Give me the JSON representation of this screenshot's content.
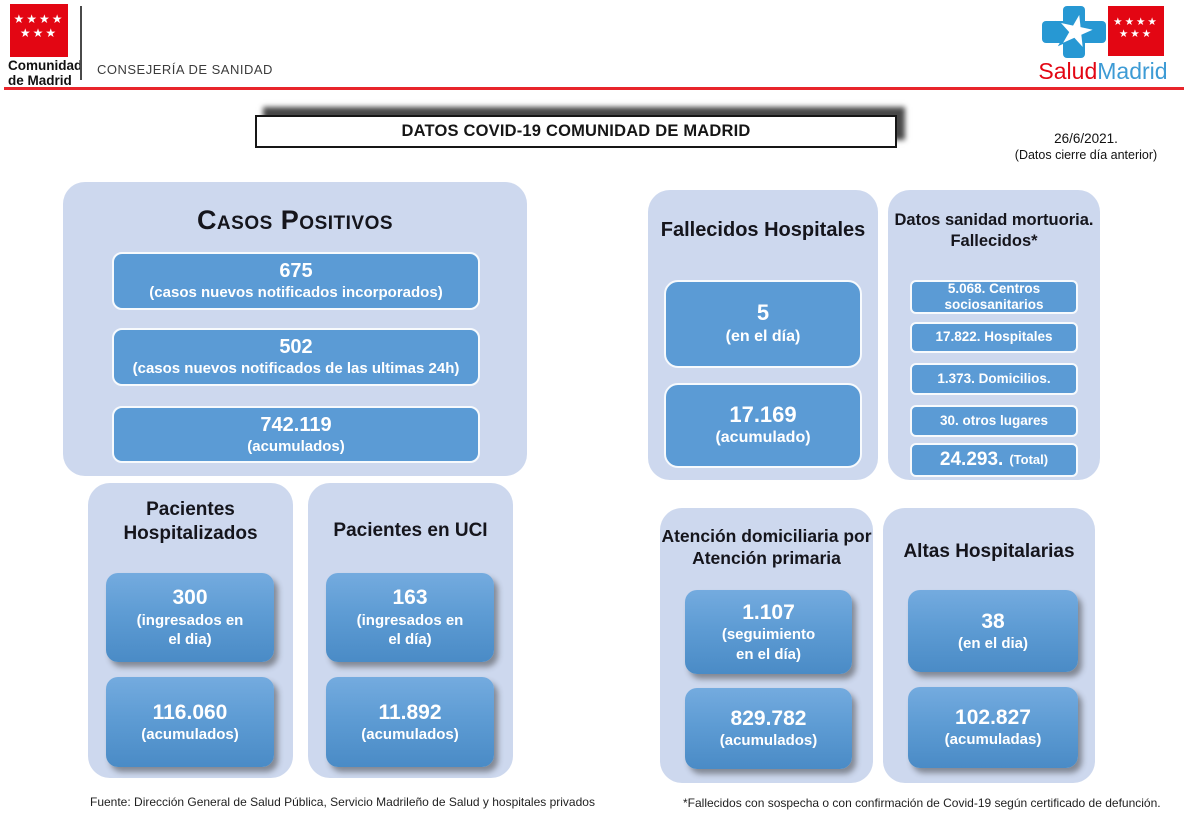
{
  "header": {
    "community_logo": {
      "stars_row1": "★★★★",
      "stars_row2": "★★★",
      "name_line1": "Comunidad",
      "name_line2": "de Madrid",
      "department": "CONSEJERÍA DE SANIDAD"
    },
    "salud_logo": {
      "stars_row1": "★★★★",
      "stars_row2": "★★★",
      "salud": "Salud",
      "madrid": "Madrid"
    },
    "title": "DATOS COVID-19 COMUNIDAD DE MADRID",
    "date": "26/6/2021.",
    "date_note": "(Datos cierre día anterior)"
  },
  "cards": {
    "casos_positivos": {
      "title": "Casos Positivos",
      "boxes": [
        {
          "value": "675",
          "label": "(casos nuevos notificados incorporados)"
        },
        {
          "value": "502",
          "label": "(casos nuevos notificados de las ultimas 24h)"
        },
        {
          "value": "742.119",
          "label": "(acumulados)"
        }
      ]
    },
    "pacientes_hospitalizados": {
      "title": "Pacientes\nHospitalizados",
      "boxes": [
        {
          "value": "300",
          "label": "(ingresados en\nel dia)"
        },
        {
          "value": "116.060",
          "label": "(acumulados)"
        }
      ]
    },
    "pacientes_uci": {
      "title": "Pacientes en UCI",
      "boxes": [
        {
          "value": "163",
          "label": "(ingresados en\nel día)"
        },
        {
          "value": "11.892",
          "label": "(acumulados)"
        }
      ]
    },
    "fallecidos_hospitales": {
      "title": "Fallecidos Hospitales",
      "boxes": [
        {
          "value": "5",
          "label": "(en el día)"
        },
        {
          "value": "17.169",
          "label": "(acumulado)"
        }
      ]
    },
    "sanidad_mortuoria": {
      "title": "Datos sanidad mortuoria.\nFallecidos*",
      "rows": [
        "5.068. Centros\nsociosanitarios",
        "17.822. Hospitales",
        "1.373. Domicilios.",
        "30. otros lugares"
      ],
      "total": {
        "value": "24.293.",
        "label": "(Total)"
      }
    },
    "atencion_domiciliaria": {
      "title": "Atención domiciliaria por\nAtención primaria",
      "boxes": [
        {
          "value": "1.107",
          "label": "(seguimiento\nen el día)"
        },
        {
          "value": "829.782",
          "label": "(acumulados)"
        }
      ]
    },
    "altas_hospitalarias": {
      "title": "Altas Hospitalarias",
      "boxes": [
        {
          "value": "38",
          "label": "(en el dia)"
        },
        {
          "value": "102.827",
          "label": "(acumuladas)"
        }
      ]
    }
  },
  "footer": {
    "source": "Fuente: Dirección General de Salud Pública, Servicio Madrileño de Salud y hospitales privados",
    "note": "*Fallecidos con sospecha o con confirmación de Covid-19 según certificado de defunción."
  },
  "colors": {
    "card_background": "#cdd8ee",
    "stat_box_blue": "#5b9bd5",
    "accent_red": "#e30613",
    "salud_blue": "#2798d3",
    "madrid_text_blue": "#3d9bd5"
  }
}
